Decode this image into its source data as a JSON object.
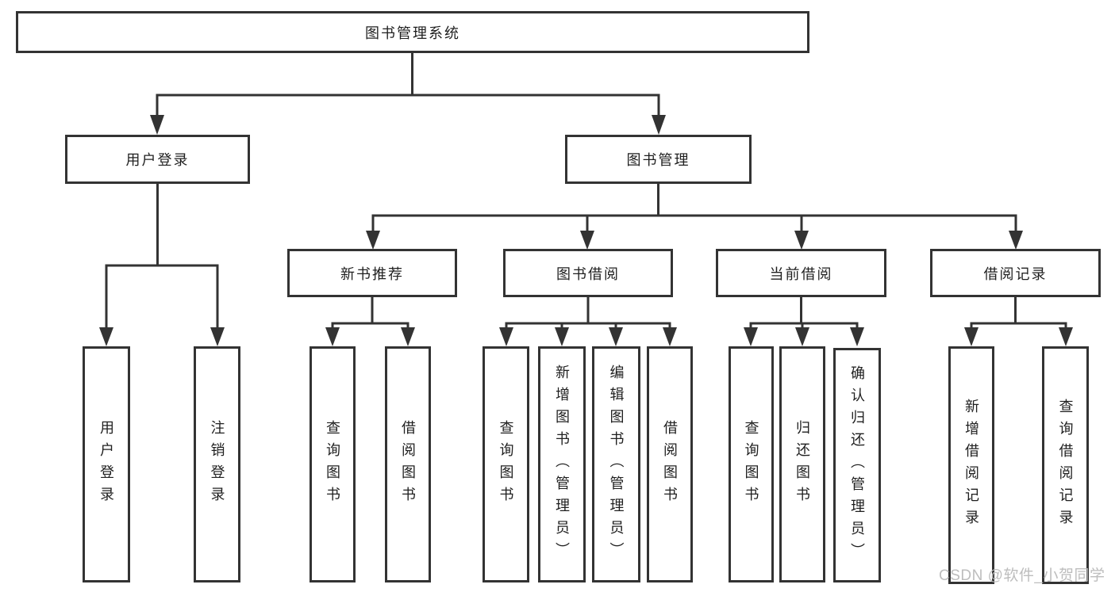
{
  "diagram": {
    "watermark": "CSDN @软件_小贺同学",
    "colors": {
      "line": "#333333",
      "box_border": "#333333",
      "text": "#1f1f1f",
      "watermark": "#b9b9b9",
      "background": "#ffffff"
    },
    "tree": {
      "label": "图书管理系统",
      "children": [
        {
          "label": "用户登录",
          "children": [
            {
              "label": "用户登录"
            },
            {
              "label": "注销登录"
            }
          ]
        },
        {
          "label": "图书管理",
          "children": [
            {
              "label": "新书推荐",
              "children": [
                {
                  "label": "查询图书"
                },
                {
                  "label": "借阅图书"
                }
              ]
            },
            {
              "label": "图书借阅",
              "children": [
                {
                  "label": "查询图书"
                },
                {
                  "label": "新增图书（管理员）"
                },
                {
                  "label": "编辑图书（管理员）"
                },
                {
                  "label": "借阅图书"
                }
              ]
            },
            {
              "label": "当前借阅",
              "children": [
                {
                  "label": "查询图书"
                },
                {
                  "label": "归还图书"
                },
                {
                  "label": "确认归还（管理员）"
                }
              ]
            },
            {
              "label": "借阅记录",
              "children": [
                {
                  "label": "新增借阅记录"
                },
                {
                  "label": "查询借阅记录"
                }
              ]
            }
          ]
        }
      ]
    }
  }
}
